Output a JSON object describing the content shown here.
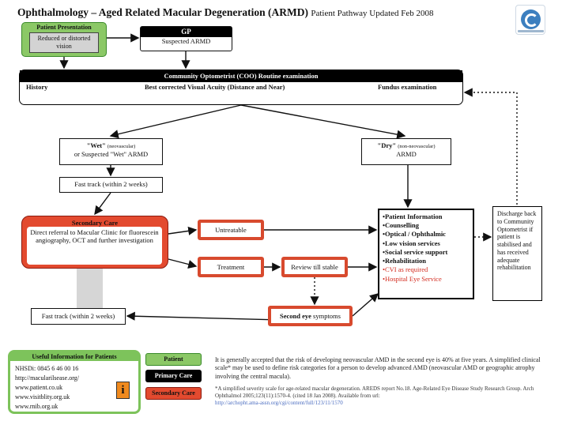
{
  "header": {
    "title": "Ophthalmology – Aged Related Macular Degeneration (ARMD)",
    "subtitle": "Patient Pathway  Updated Feb 2008"
  },
  "patient_presentation": {
    "label": "Patient Presentation",
    "text": "Reduced or distorted vision"
  },
  "gp": {
    "label": "GP",
    "text": "Suspected ARMD"
  },
  "cog": {
    "label": "Community Optometrist (COO) Routine examination",
    "col1": "History",
    "col2": "Best corrected Visual Acuity (Distance and Near)",
    "col3": "Fundus examination"
  },
  "wet": {
    "line1_bold": "\"Wet\"",
    "line1_small": "(neovascular)",
    "line2": "or Suspected \"Wet\" ARMD"
  },
  "dry": {
    "line1_bold": "\"Dry\"",
    "line1_small": "(non-neovascular)",
    "line2": "ARMD"
  },
  "fast_track_1": "Fast track (within 2 weeks)",
  "secondary_care": {
    "label": "Secondary Care",
    "text": "Direct referral to Macular Clinic for fluorescein angiography, OCT and further investigation"
  },
  "untreatable": "Untreatable",
  "treatment": "Treatment",
  "review": "Review till stable",
  "services": {
    "items": [
      "•Patient Information",
      "•Counselling",
      "•Optical / Ophthalmic",
      "•Low vision services",
      "•Social service support",
      "•Rehabilitation"
    ],
    "red_items": [
      "•CVI as required",
      "•Hospital Eye Service"
    ]
  },
  "discharge": "Discharge back to Community Optometrist if patient is stabilised and has received adequate rehabilitation",
  "fast_track_2": "Fast track (within 2 weeks)",
  "second_eye": {
    "bold": "Second eye",
    "rest": " symptoms"
  },
  "useful": {
    "heading": "Useful Information for Patients",
    "lines": [
      "NHSDi: 0845 6 46 00 16",
      "http://macularilsease.org/",
      "www.patient.co.uk",
      "www.visitblity.org.uk",
      "www.rnib.org.uk"
    ]
  },
  "legend": {
    "patient": "Patient",
    "primary": "Primary Care",
    "secondary": "Secondary Care"
  },
  "note": "It is generally accepted that the risk of developing neovascular AMD in the second eye is 40% at five years. A simplified clinical scale* may be used to define risk categories for a person to develop advanced AMD (neovascular AMD or geographic atrophy involving the central macula).",
  "reference": {
    "text": "*A simplified severity scale for age-related macular degeneration. AREDS report No.18. Age-Related Eye Disease Study Research Group. Arch Ophthalmol 2005;123(11):1570-4. (cited 18 Jan 2008). Available from url:",
    "link": "http://archopht.ama-assn.org/cgi/content/full/123/11/1570"
  },
  "colors": {
    "green": "#8bc866",
    "red": "#e34a2f",
    "black": "#000000"
  },
  "icons": {
    "logo": "clinic-logo-icon",
    "info": "info-icon"
  }
}
